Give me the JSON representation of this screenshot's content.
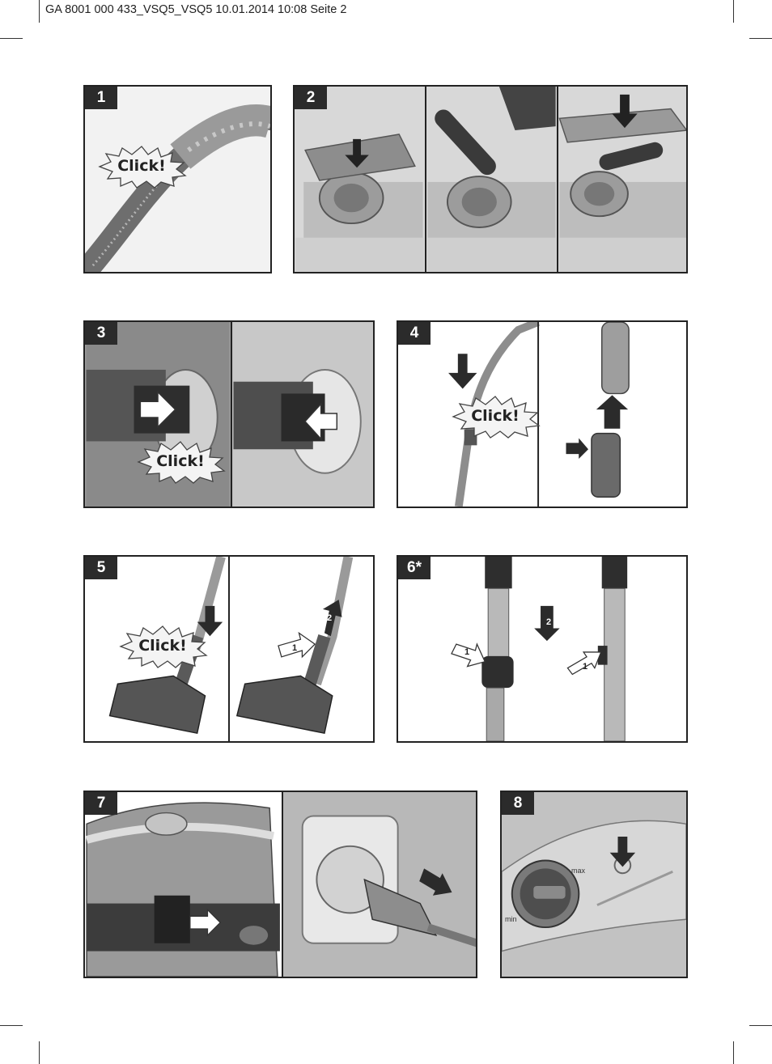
{
  "header": {
    "text": "GA 8001 000 433_VSQ5_VSQ5  10.01.2014  10:08  Seite 2"
  },
  "panels": [
    {
      "number": "1",
      "callout": "Click!"
    },
    {
      "number": "2"
    },
    {
      "number": "3",
      "callout": "Click!"
    },
    {
      "number": "4",
      "callout": "Click!"
    },
    {
      "number": "5",
      "callout": "Click!",
      "steps": [
        "1",
        "2"
      ]
    },
    {
      "number": "6*",
      "steps": [
        "1",
        "2",
        "1"
      ]
    },
    {
      "number": "7"
    },
    {
      "number": "8",
      "labels": [
        "min",
        "max"
      ]
    }
  ],
  "icons": [
    "crop-mark",
    "hose-illustration",
    "vacuum-illustration",
    "tube-illustration",
    "floor-nozzle-illustration",
    "socket-plug-illustration",
    "power-dial-illustration",
    "arrow-icon"
  ]
}
